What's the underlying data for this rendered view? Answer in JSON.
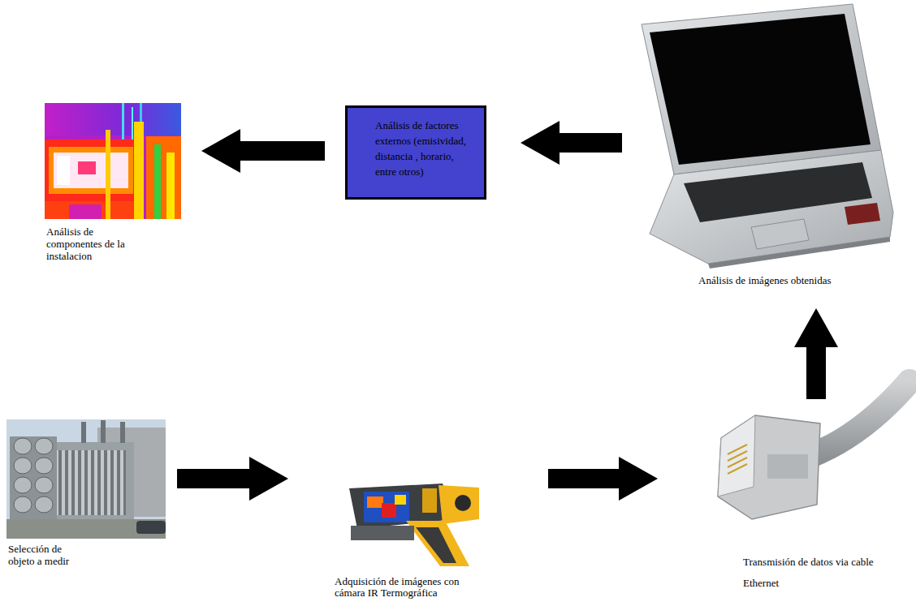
{
  "diagram": {
    "nodes": [
      {
        "text": [
          "Análisis de componentes de la instalacion"
        ]
      },
      {
        "text": [
          "Análisis de factores externos (emisividad, distancia , horario, entre otros)"
        ]
      },
      {
        "text": [
          "Análisis de imágenes obtenidas"
        ]
      },
      {
        "text": [
          "Selección de objeto a medir"
        ]
      },
      {
        "text": [
          "Adquisición de imágenes con cámara IR Termográfica"
        ]
      },
      {
        "text": [
          "Transmisión de datos via cable Ethernet"
        ]
      }
    ],
    "edges": [
      {
        "from": 3,
        "to": 4,
        "arrow": "to"
      },
      {
        "from": 4,
        "to": 5,
        "arrow": "to"
      },
      {
        "from": 5,
        "to": 2,
        "arrow": "to"
      },
      {
        "from": 2,
        "to": 1,
        "arrow": "to"
      },
      {
        "from": 1,
        "to": 0,
        "arrow": "to"
      }
    ]
  }
}
